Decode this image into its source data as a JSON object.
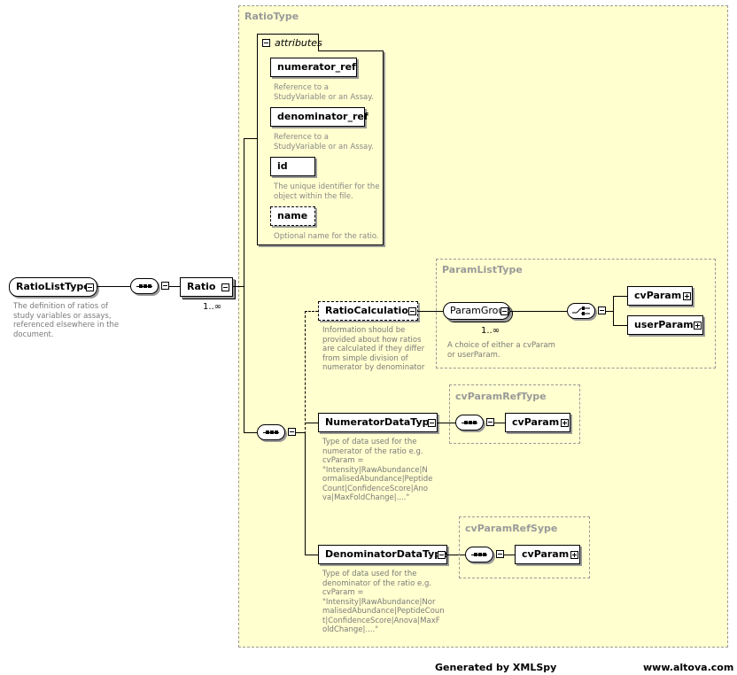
{
  "ratio_type": {
    "label": "RatioType",
    "attributes_label": "attributes",
    "attributes": [
      {
        "name": "numerator_ref",
        "doc": "Reference to a\nStudyVariable or an Assay."
      },
      {
        "name": "denominator_ref",
        "doc": "Reference to a\nStudyVariable or an Assay."
      },
      {
        "name": "id",
        "doc": "The unique identifier for the\nobject within the file."
      },
      {
        "name": "name",
        "doc": "Optional name for the ratio."
      }
    ]
  },
  "ratio_list_type": {
    "name": "RatioListType",
    "doc": "The definition of ratios of\nstudy variables or assays,\nreferenced elsewhere in the\ndocument."
  },
  "ratio": {
    "name": "Ratio",
    "occurs": "1..∞"
  },
  "ratio_calculation": {
    "name": "RatioCalculation",
    "doc": "Information should be\nprovided about how ratios\nare calculated if they differ\nfrom simple division of\nnumerator by denominator"
  },
  "param_list_type": {
    "label": "ParamListType",
    "group": "ParamGroup",
    "occurs": "1..∞",
    "doc": "A choice of either a cvParam\nor userParam.",
    "cv_param": "cvParam",
    "user_param": "userParam"
  },
  "numerator": {
    "name": "NumeratorDataType",
    "doc": "Type of data used for the\nnumerator of the ratio e.g.\ncvParam =\n\"Intensity|RawAbundance|N\normalisedAbundance|Peptide\nCount|ConfidenceScore|Ano\nva|MaxFoldChange|....\"",
    "ref_type_label": "cvParamRefType",
    "cv_param": "cvParam"
  },
  "denominator": {
    "name": "DenominatorDataType",
    "doc": "Type of data used for the\ndenominator of the ratio e.g.\ncvParam =\n\"Intensity|RawAbundance|Nor\nmalisedAbundance|PeptideCoun\nt|ConfidenceScore|Anova|MaxF\noldChange|....\"",
    "ref_type_label": "cvParamRefSype",
    "cv_param": "cvParam"
  },
  "footer": {
    "generated": "Generated by XMLSpy",
    "site": "www.altova.com"
  }
}
